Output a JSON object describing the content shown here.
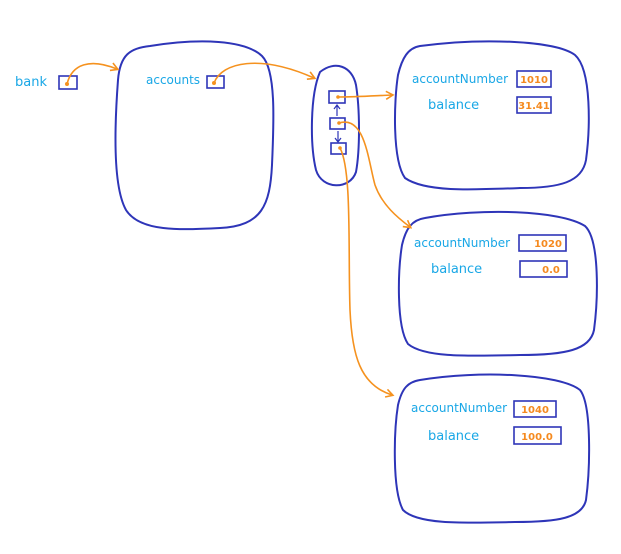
{
  "labels": {
    "bank": "bank",
    "accounts": "accounts",
    "account_number": "accountNumber",
    "balance": "balance"
  },
  "accounts": [
    {
      "accountNumber": "1010",
      "balance": "31.41"
    },
    {
      "accountNumber": "1020",
      "balance": "0.0"
    },
    {
      "accountNumber": "1040",
      "balance": "100.0"
    }
  ],
  "colors": {
    "label": "#19a7e6",
    "value": "#f58a1f",
    "outline": "#2e35b8",
    "arrow": "#f5921f"
  }
}
